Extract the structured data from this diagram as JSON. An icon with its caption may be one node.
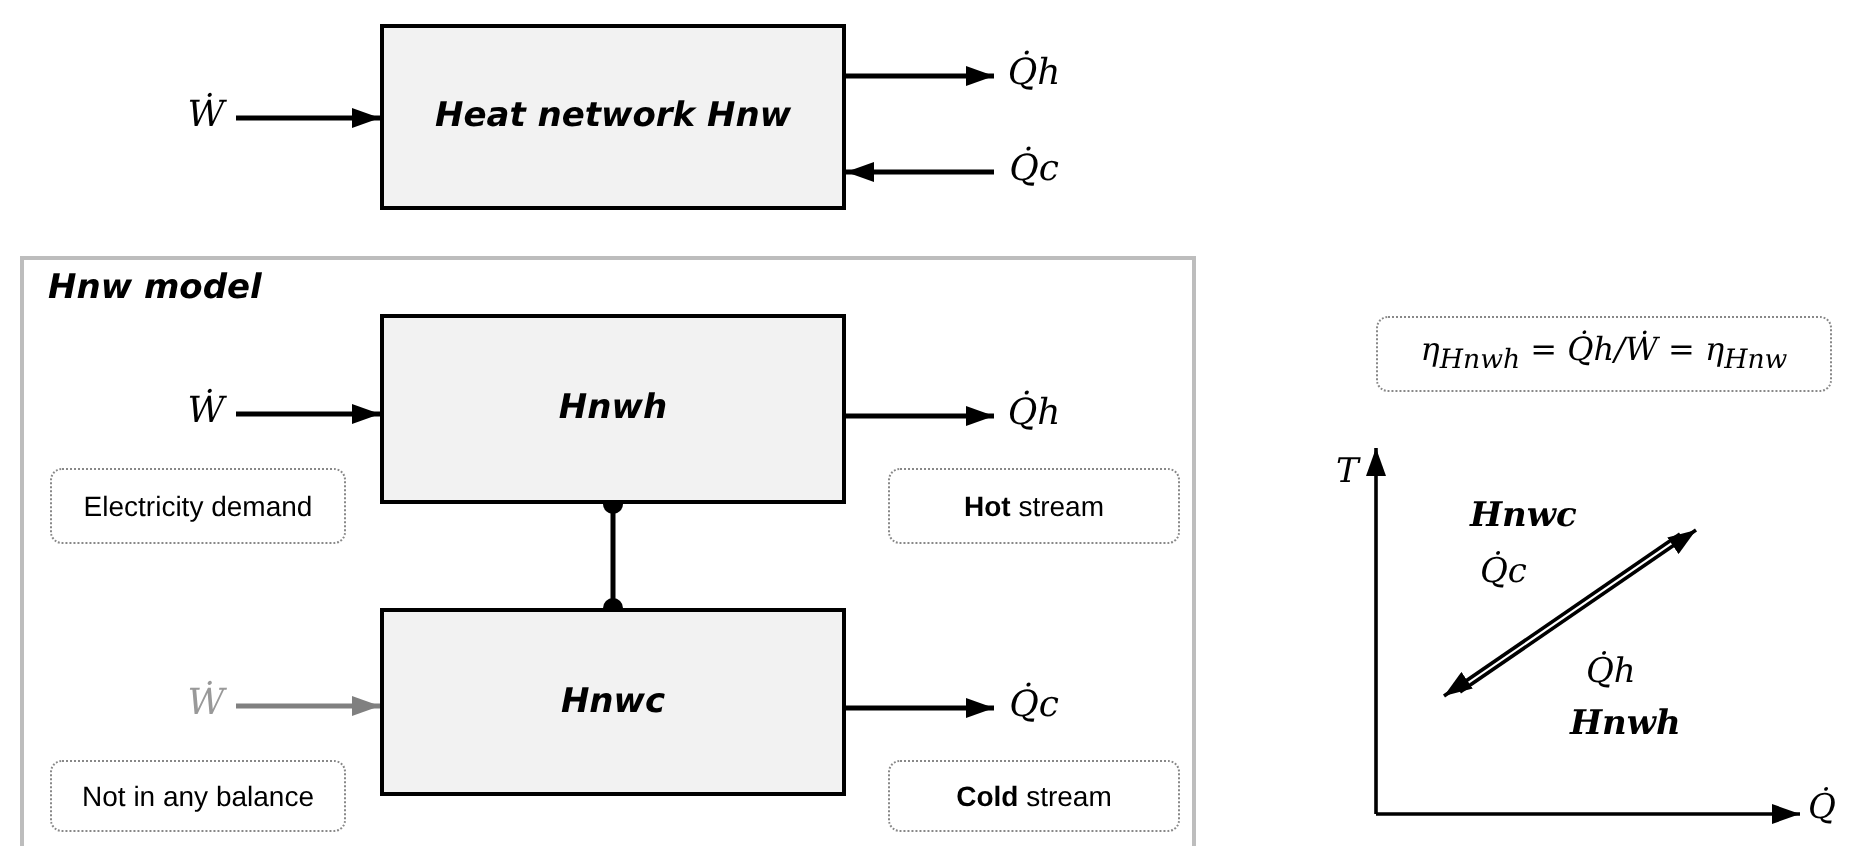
{
  "diagram": {
    "nodes": [
      {
        "text": [
          "Heat network Hnw"
        ]
      },
      {
        "text": [
          "Ẇ"
        ]
      },
      {
        "text": [
          "Q̇h"
        ]
      },
      {
        "text": [
          "Q̇c"
        ]
      },
      {
        "text": [
          "Hnw model"
        ]
      },
      {
        "text": [
          "Ẇ"
        ],
        "in": 4
      },
      {
        "text": [
          "Hnwh"
        ],
        "in": 4
      },
      {
        "text": [
          "Q̇h"
        ],
        "in": 4
      },
      {
        "text": [
          "Electricity demand"
        ],
        "in": 4
      },
      {
        "text": [
          "**Hot** stream"
        ],
        "in": 4
      },
      {
        "text": [
          "Ẇ"
        ],
        "in": 4
      },
      {
        "text": [
          "Hnwc"
        ],
        "in": 4
      },
      {
        "text": [
          "Q̇c"
        ],
        "in": 4
      },
      {
        "text": [
          "Not in any balance"
        ],
        "in": 4
      },
      {
        "text": [
          "**Cold** stream"
        ],
        "in": 4
      },
      {
        "text": [
          "η$_{Hnwh}$ = Q̇h/Ẇ = η$_{Hnw}$"
        ]
      }
    ],
    "edges": [
      {
        "from": 1,
        "to": 0,
        "arrow": "to"
      },
      {
        "from": 0,
        "to": 2,
        "arrow": "to"
      },
      {
        "from": 3,
        "to": 0,
        "arrow": "to"
      },
      {
        "from": 5,
        "to": 6,
        "arrow": "to"
      },
      {
        "from": 6,
        "to": 7,
        "arrow": "to"
      },
      {
        "from": 6,
        "to": 11,
        "arrow": "other"
      },
      {
        "from": 10,
        "to": 11,
        "arrow": "to",
        "color": "#808080"
      },
      {
        "from": 11,
        "to": 12,
        "arrow": "to"
      }
    ],
    "labels": [
      "T",
      "Hnwc",
      "Q̇c",
      "Q̇h",
      "Hnwh",
      "Q̇"
    ]
  }
}
